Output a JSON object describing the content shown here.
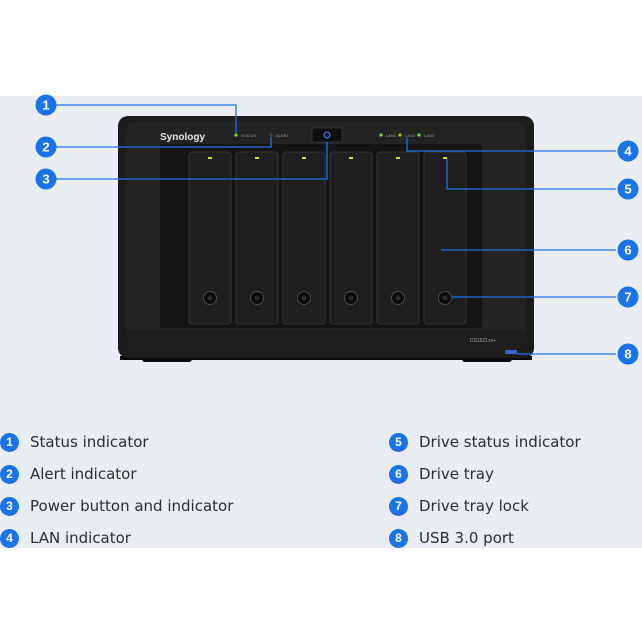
{
  "device": {
    "brand": "Synology",
    "model": "DS1621xs+",
    "indicator_labels": {
      "status": "STATUS",
      "alert": "ALERT",
      "lan1": "LAN1",
      "lan2": "LAN2",
      "lan3": "LAN3"
    },
    "drive_bays": 6
  },
  "colors": {
    "callout_blue": "#1a73e8",
    "chassis": "#1b1b1b",
    "led_green": "#8bd12a",
    "led_yellow": "#d8e020"
  },
  "callouts": [
    {
      "number": "1",
      "label": "Status indicator"
    },
    {
      "number": "2",
      "label": "Alert indicator"
    },
    {
      "number": "3",
      "label": "Power button and indicator"
    },
    {
      "number": "4",
      "label": "LAN indicator"
    },
    {
      "number": "5",
      "label": "Drive status indicator"
    },
    {
      "number": "6",
      "label": "Drive tray"
    },
    {
      "number": "7",
      "label": "Drive tray lock"
    },
    {
      "number": "8",
      "label": "USB 3.0 port"
    }
  ]
}
